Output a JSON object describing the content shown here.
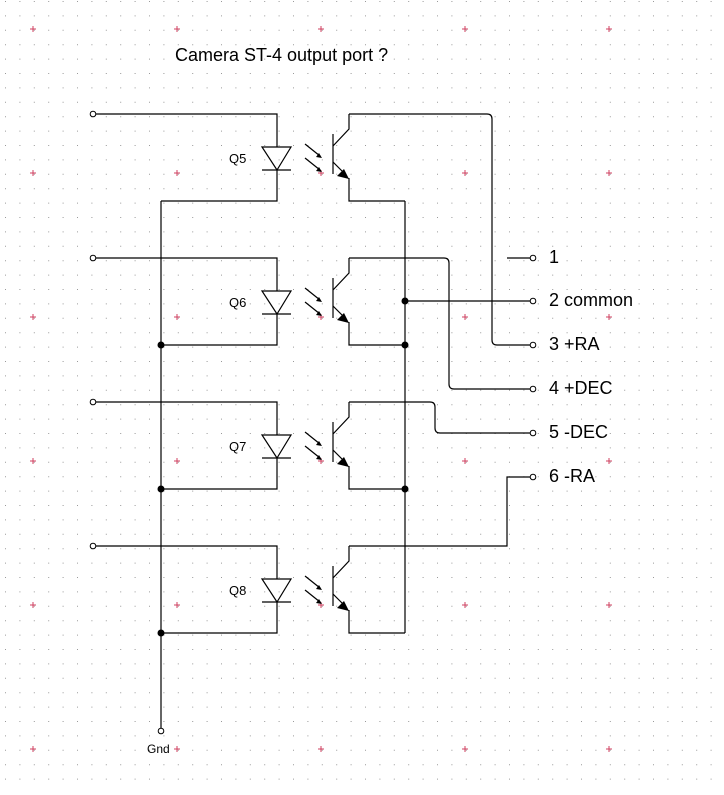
{
  "title": "Camera ST-4 output port ?",
  "optocouplers": [
    {
      "label": "Q5"
    },
    {
      "label": "Q6"
    },
    {
      "label": "Q7"
    },
    {
      "label": "Q8"
    }
  ],
  "pins": [
    {
      "text": "1"
    },
    {
      "text": "2 common"
    },
    {
      "text": "3 +RA"
    },
    {
      "text": "4 +DEC"
    },
    {
      "text": "5 -DEC"
    },
    {
      "text": "6 -RA"
    }
  ],
  "ground_label": "Gnd",
  "colors": {
    "wire": "#000000",
    "grid_dot": "#9a9a9a",
    "grid_cross": "#d04060",
    "background": "#ffffff"
  }
}
